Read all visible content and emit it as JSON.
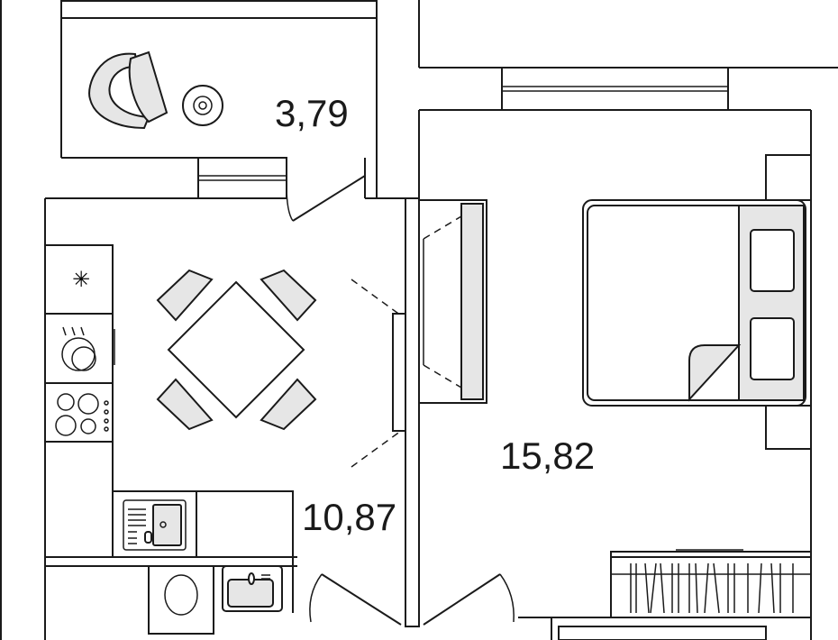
{
  "rooms": {
    "balcony": {
      "area": "3,79"
    },
    "kitchen": {
      "area": "10,87"
    },
    "bedroom": {
      "area": "15,82"
    }
  }
}
